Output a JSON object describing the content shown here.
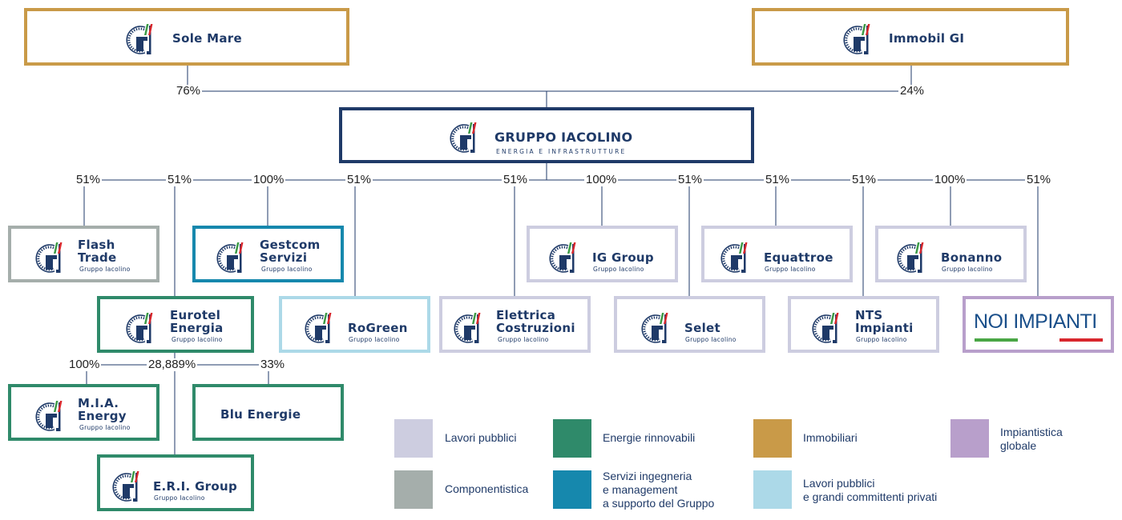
{
  "colors": {
    "lavori_pubblici": "#cdcde0",
    "energie_rinnovabili": "#2f8a6a",
    "immobiliari": "#c99a48",
    "impiantistica_globale": "#b89fcb",
    "componentistica": "#a5aeab",
    "servizi_ingegneria": "#1688ad",
    "lavori_pubblici_privati": "#acd9e8",
    "main_navy": "#1f3a68"
  },
  "parents": {
    "sole_mare": {
      "name": "Sole Mare",
      "pct": "76%"
    },
    "immobil_gi": {
      "name": "Immobil GI",
      "pct": "24%"
    }
  },
  "main": {
    "name": "GRUPPO IACOLINO",
    "subtitle": "ENERGIA E INFRASTRUTTURE"
  },
  "group_sub": "Gruppo Iacolino",
  "companies": {
    "flash_trade": {
      "name": "Flash\nTrade",
      "pct": "51%"
    },
    "eurotel_energia": {
      "name": "Eurotel\nEnergia",
      "pct": "51%"
    },
    "gestcom_servizi": {
      "name": "Gestcom\nServizi",
      "pct": "100%"
    },
    "rogreen": {
      "name": "RoGreen",
      "pct": "51%"
    },
    "elettrica_costruzioni": {
      "name": "Elettrica\nCostruzioni",
      "pct": "51%"
    },
    "ig_group": {
      "name": "IG Group",
      "pct": "100%"
    },
    "selet": {
      "name": "Selet",
      "pct": "51%"
    },
    "equattroe": {
      "name": "Equattroe",
      "pct": "51%"
    },
    "nts_impianti": {
      "name": "NTS\nImpianti",
      "pct": "51%"
    },
    "bonanno": {
      "name": "Bonanno",
      "pct": "100%"
    },
    "noi_impianti": {
      "name": "NOI IMPIANTI",
      "pct": "51%"
    },
    "mia_energy": {
      "name": "M.I.A.\nEnergy",
      "pct": "100%"
    },
    "eri_group": {
      "name": "E.R.I. Group",
      "pct": "28,889%"
    },
    "blu_energie": {
      "name": "Blu Energie",
      "pct": "33%"
    }
  },
  "legend": [
    {
      "label": "Lavori pubblici",
      "color": "#cdcde0"
    },
    {
      "label": "Energie rinnovabili",
      "color": "#2f8a6a"
    },
    {
      "label": "Immobiliari",
      "color": "#c99a48"
    },
    {
      "label": "Impiantistica\nglobale",
      "color": "#b89fcb"
    },
    {
      "label": "Componentistica",
      "color": "#a5aeab"
    },
    {
      "label": "Servizi ingegneria\ne management\na supporto del Gruppo",
      "color": "#1688ad"
    },
    {
      "label": "Lavori pubblici\ne grandi committenti privati",
      "color": "#acd9e8"
    }
  ]
}
